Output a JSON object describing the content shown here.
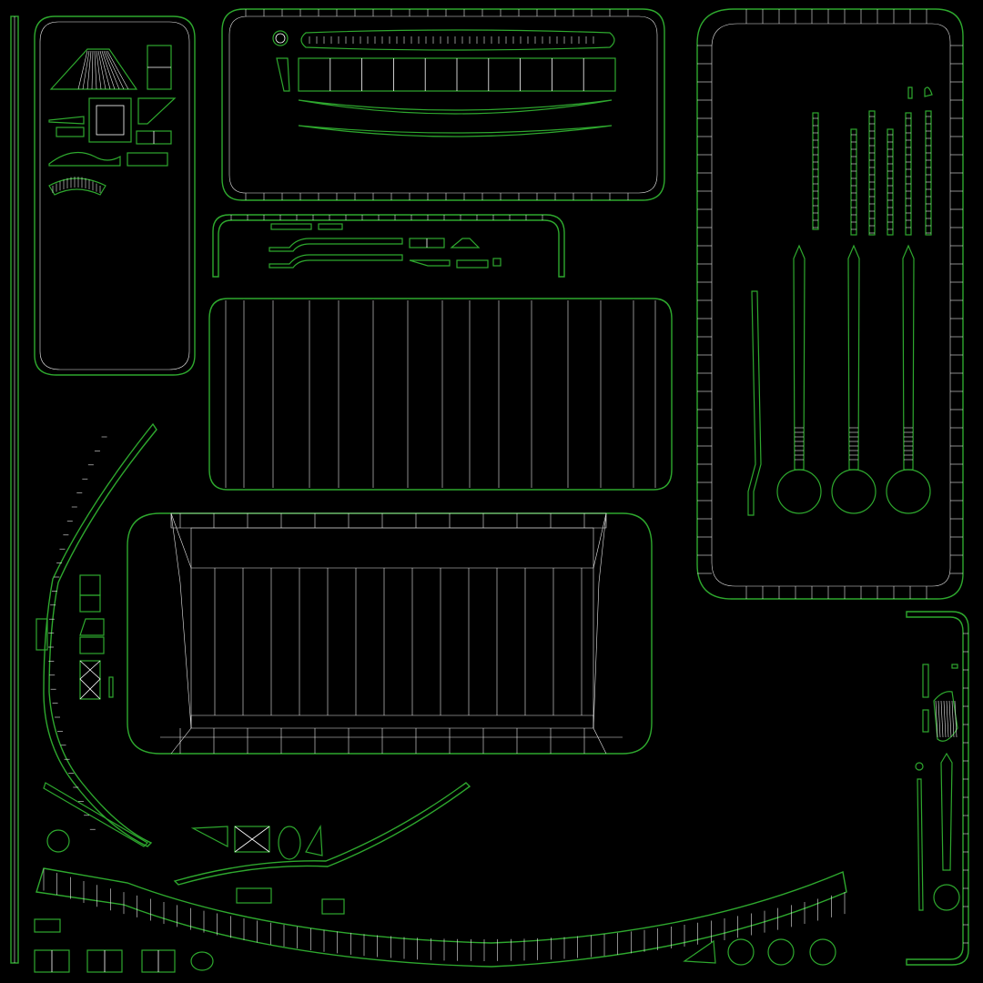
{
  "texture": {
    "kind": "uv-wireframe-layout",
    "background_color": "#000000",
    "edge_color": "#ffffff",
    "seam_color": "#2ea82e"
  },
  "islands": [
    {
      "id": "left-strip",
      "name": "left-edge-strip"
    },
    {
      "id": "top-left-panel",
      "name": "top-left-rounded-panel"
    },
    {
      "id": "top-center-panel",
      "name": "top-center-rounded-panel"
    },
    {
      "id": "right-tall-panel",
      "name": "right-tall-rounded-panel"
    },
    {
      "id": "mid-small-panel",
      "name": "middle-small-panel"
    },
    {
      "id": "upper-box",
      "name": "upper-ribbed-box"
    },
    {
      "id": "lower-box",
      "name": "lower-ribbed-box"
    },
    {
      "id": "left-arc",
      "name": "left-curved-strip"
    },
    {
      "id": "bottom-arc",
      "name": "bottom-curved-strip"
    },
    {
      "id": "bottom-right-panel",
      "name": "bottom-right-panel"
    },
    {
      "id": "tuning-pegs",
      "name": "tuning-peg-islands"
    },
    {
      "id": "small-parts",
      "name": "small-part-islands"
    }
  ]
}
